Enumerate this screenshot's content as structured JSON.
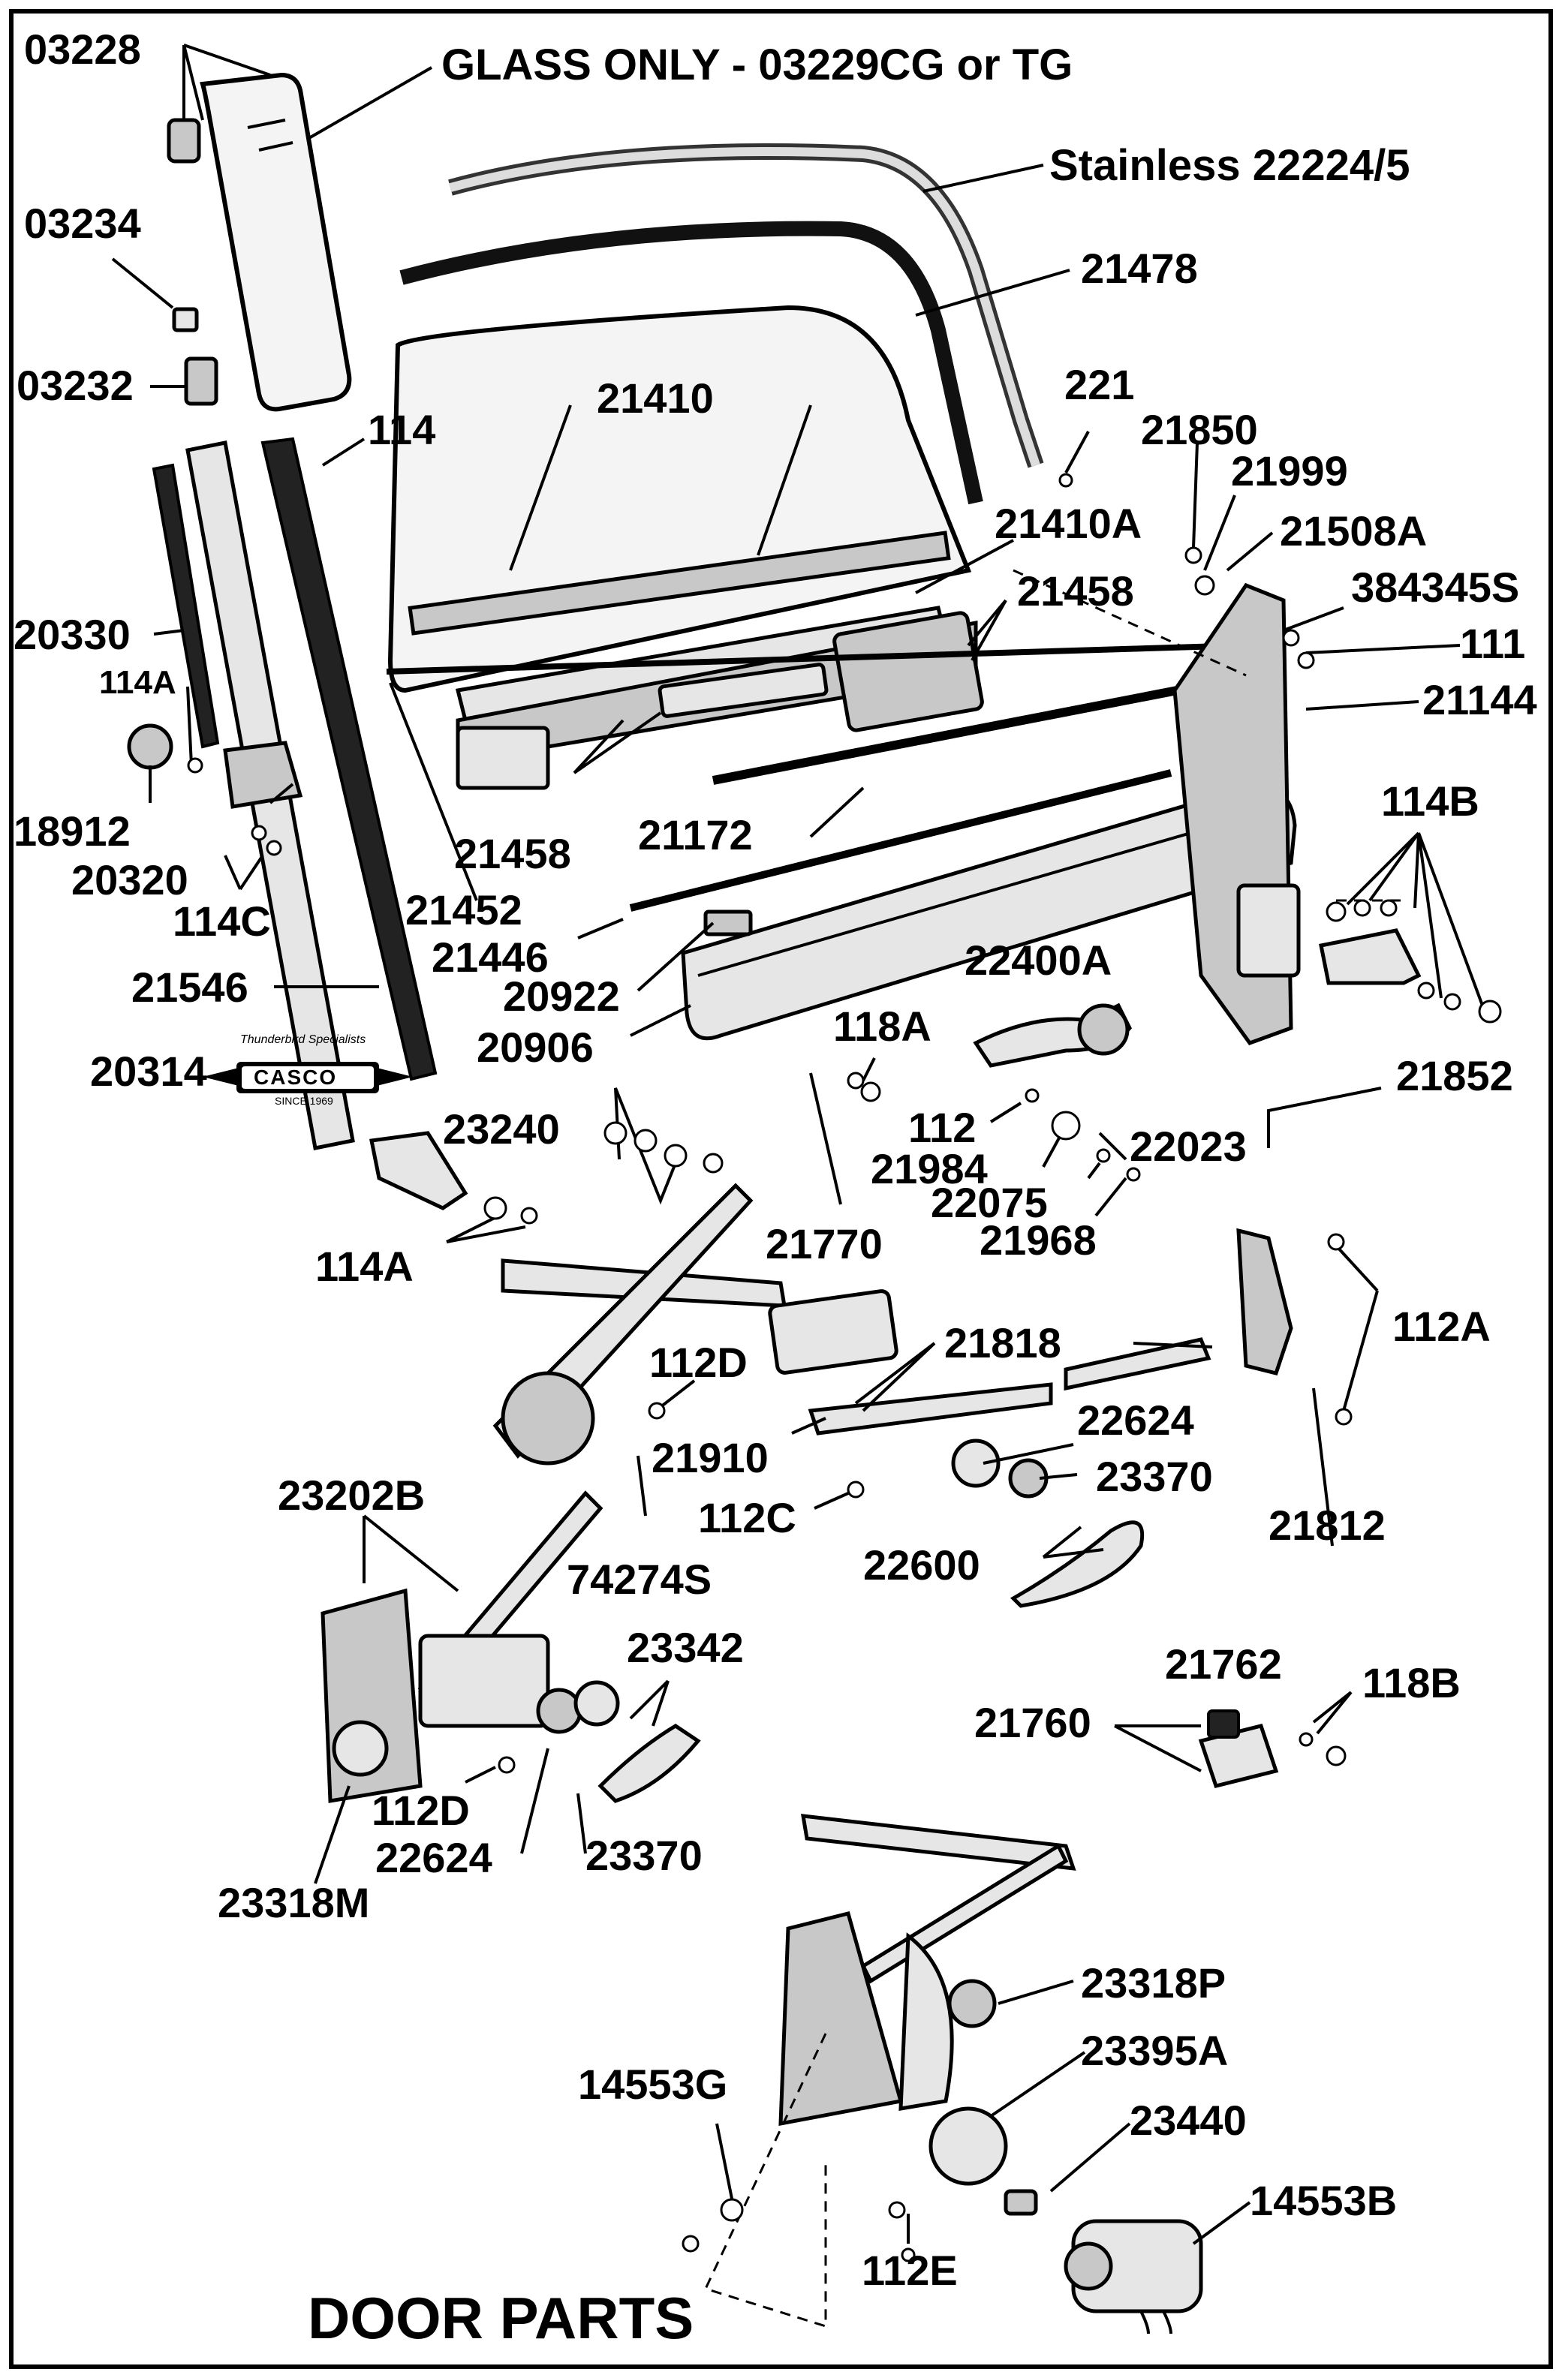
{
  "title": "DOOR PARTS",
  "logo": {
    "brand": "CASCO",
    "tagline": "Thunderbird Specialists",
    "since": "SINCE 1969"
  },
  "labels": [
    {
      "id": "03228",
      "text": "03228"
    },
    {
      "id": "glass-only",
      "text": "GLASS ONLY - 03229CG or TG"
    },
    {
      "id": "stainless",
      "text": "Stainless 22224/5"
    },
    {
      "id": "03234",
      "text": "03234"
    },
    {
      "id": "21478",
      "text": "21478"
    },
    {
      "id": "03232",
      "text": "03232"
    },
    {
      "id": "21410",
      "text": "21410"
    },
    {
      "id": "221",
      "text": "221"
    },
    {
      "id": "114",
      "text": "114"
    },
    {
      "id": "21850",
      "text": "21850"
    },
    {
      "id": "21999",
      "text": "21999"
    },
    {
      "id": "21410A",
      "text": "21410A"
    },
    {
      "id": "21508A",
      "text": "21508A"
    },
    {
      "id": "21458-top",
      "text": "21458"
    },
    {
      "id": "384345S",
      "text": "384345S"
    },
    {
      "id": "20330",
      "text": "20330"
    },
    {
      "id": "111",
      "text": "111"
    },
    {
      "id": "114A-top",
      "text": "114A"
    },
    {
      "id": "21144",
      "text": "21144"
    },
    {
      "id": "114B",
      "text": "114B"
    },
    {
      "id": "18912",
      "text": "18912"
    },
    {
      "id": "21458-mid",
      "text": "21458"
    },
    {
      "id": "21172",
      "text": "21172"
    },
    {
      "id": "20320",
      "text": "20320"
    },
    {
      "id": "114C",
      "text": "114C"
    },
    {
      "id": "21452",
      "text": "21452"
    },
    {
      "id": "21446",
      "text": "21446"
    },
    {
      "id": "21546",
      "text": "21546"
    },
    {
      "id": "20922",
      "text": "20922"
    },
    {
      "id": "22400A",
      "text": "22400A"
    },
    {
      "id": "20906",
      "text": "20906"
    },
    {
      "id": "118A",
      "text": "118A"
    },
    {
      "id": "20314",
      "text": "20314"
    },
    {
      "id": "21852",
      "text": "21852"
    },
    {
      "id": "23240",
      "text": "23240"
    },
    {
      "id": "112",
      "text": "112"
    },
    {
      "id": "22023",
      "text": "22023"
    },
    {
      "id": "21984",
      "text": "21984"
    },
    {
      "id": "22075",
      "text": "22075"
    },
    {
      "id": "21968",
      "text": "21968"
    },
    {
      "id": "21770",
      "text": "21770"
    },
    {
      "id": "114A-bot",
      "text": "114A"
    },
    {
      "id": "21818",
      "text": "21818"
    },
    {
      "id": "112A",
      "text": "112A"
    },
    {
      "id": "112D-top",
      "text": "112D"
    },
    {
      "id": "22624-top",
      "text": "22624"
    },
    {
      "id": "21910",
      "text": "21910"
    },
    {
      "id": "23370-top",
      "text": "23370"
    },
    {
      "id": "23202B",
      "text": "23202B"
    },
    {
      "id": "112C",
      "text": "112C"
    },
    {
      "id": "21812",
      "text": "21812"
    },
    {
      "id": "22600",
      "text": "22600"
    },
    {
      "id": "74274S",
      "text": "74274S"
    },
    {
      "id": "23342",
      "text": "23342"
    },
    {
      "id": "21762",
      "text": "21762"
    },
    {
      "id": "118B",
      "text": "118B"
    },
    {
      "id": "21760",
      "text": "21760"
    },
    {
      "id": "112D-bot",
      "text": "112D"
    },
    {
      "id": "22624-bot",
      "text": "22624"
    },
    {
      "id": "23370-bot",
      "text": "23370"
    },
    {
      "id": "23318M",
      "text": "23318M"
    },
    {
      "id": "23318P",
      "text": "23318P"
    },
    {
      "id": "23395A",
      "text": "23395A"
    },
    {
      "id": "14553G",
      "text": "14553G"
    },
    {
      "id": "23440",
      "text": "23440"
    },
    {
      "id": "14553B",
      "text": "14553B"
    },
    {
      "id": "112E",
      "text": "112E"
    }
  ]
}
